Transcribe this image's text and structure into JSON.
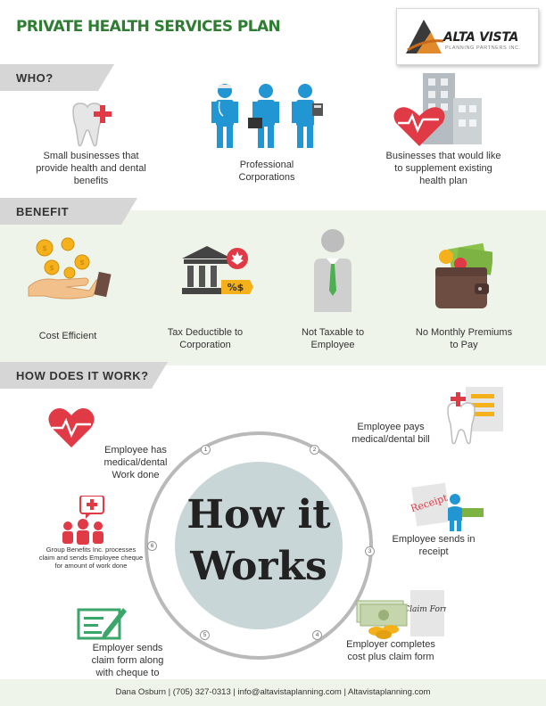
{
  "title": "PRIVATE HEALTH SERVICES PLAN",
  "logo": {
    "brand": "ALTA VISTA",
    "sub": "PLANNING PARTNERS INC."
  },
  "who": {
    "heading": "WHO?",
    "items": [
      {
        "label": "Small businesses that provide health and dental benefits"
      },
      {
        "label": "Professional Corporations"
      },
      {
        "label": "Businesses that would like to supplement existing health plan"
      }
    ]
  },
  "benefit": {
    "heading": "BENEFIT",
    "items": [
      {
        "label": "Cost Efficient"
      },
      {
        "label": "Tax Deductible to Corporation",
        "sign": "%$"
      },
      {
        "label": "Not Taxable to Employee"
      },
      {
        "label": "No Monthly Premiums to Pay"
      }
    ]
  },
  "how": {
    "heading": "HOW DOES IT WORK?",
    "center_line1": "How it",
    "center_line2": "Works",
    "receipt_word": "Receipt",
    "claim_form_word": "Claim Form",
    "steps": [
      {
        "num": "1",
        "label": "Employee has medical/dental Work done"
      },
      {
        "num": "2",
        "label": "Employee pays medical/dental bill"
      },
      {
        "num": "3",
        "label": "Employee sends in receipt"
      },
      {
        "num": "4",
        "label": "Employer completes cost plus claim form"
      },
      {
        "num": "5",
        "label": "Employer sends claim form along with cheque to"
      },
      {
        "num": "6",
        "label": "Group Benefits Inc. processes claim and sends Employee cheque for amount of work done"
      }
    ]
  },
  "footer": "Dana Osburn | (705) 327-0313 | info@altavistaplanning.com | Altavistaplanning.com",
  "colors": {
    "title_green": "#2e7d32",
    "banner_gray": "#d6d6d6",
    "band_green": "#eef4e9",
    "accent_red": "#e03a46",
    "accent_blue": "#2196d3"
  }
}
